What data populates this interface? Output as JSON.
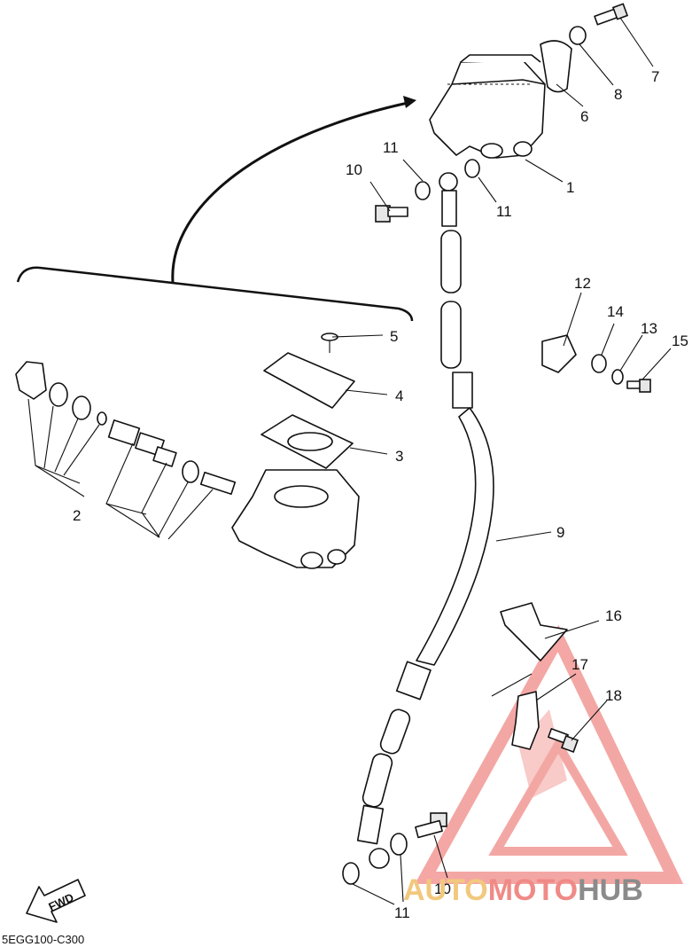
{
  "diagram": {
    "callouts": [
      {
        "id": "c1",
        "text": "1"
      },
      {
        "id": "c2",
        "text": "2"
      },
      {
        "id": "c3",
        "text": "3"
      },
      {
        "id": "c4",
        "text": "4"
      },
      {
        "id": "c5",
        "text": "5"
      },
      {
        "id": "c6",
        "text": "6"
      },
      {
        "id": "c7",
        "text": "7"
      },
      {
        "id": "c8",
        "text": "8"
      },
      {
        "id": "c9",
        "text": "9"
      },
      {
        "id": "c10a",
        "text": "10"
      },
      {
        "id": "c10b",
        "text": "10"
      },
      {
        "id": "c11a",
        "text": "11"
      },
      {
        "id": "c11b",
        "text": "11"
      },
      {
        "id": "c11c",
        "text": "11"
      },
      {
        "id": "c12",
        "text": "12"
      },
      {
        "id": "c13",
        "text": "13"
      },
      {
        "id": "c14",
        "text": "14"
      },
      {
        "id": "c15",
        "text": "15"
      },
      {
        "id": "c16",
        "text": "16"
      },
      {
        "id": "c17",
        "text": "17"
      },
      {
        "id": "c18",
        "text": "18"
      }
    ],
    "drawing_code": "5EGG100-C300",
    "direction_label": "FWD"
  },
  "watermark": {
    "part1": "AUTO",
    "part2": "MOTO",
    "part3": "HUB",
    "colors": {
      "auto": "#f2c87e",
      "moto": "#f08a86",
      "hub": "#8b8b8b"
    }
  }
}
